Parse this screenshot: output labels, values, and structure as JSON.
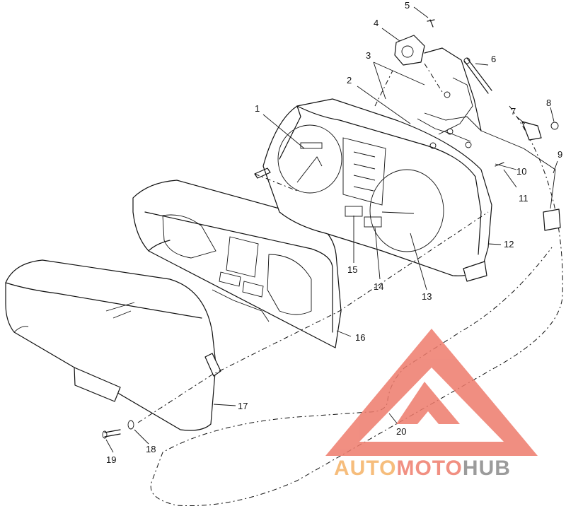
{
  "callouts": [
    "1",
    "2",
    "3",
    "4",
    "5",
    "6",
    "7",
    "8",
    "9",
    "10",
    "11",
    "12",
    "13",
    "14",
    "15",
    "16",
    "17",
    "18",
    "19",
    "20"
  ],
  "watermark": {
    "part1": "AUTO",
    "part2": "MOTO",
    "part3": "HUB",
    "colors": {
      "auto": "#f5b266",
      "moto": "#ef7d6d",
      "hub": "#8a8a8a",
      "triangle": "#ee7b6c"
    }
  },
  "line_color": "#111111",
  "background": "#ffffff"
}
